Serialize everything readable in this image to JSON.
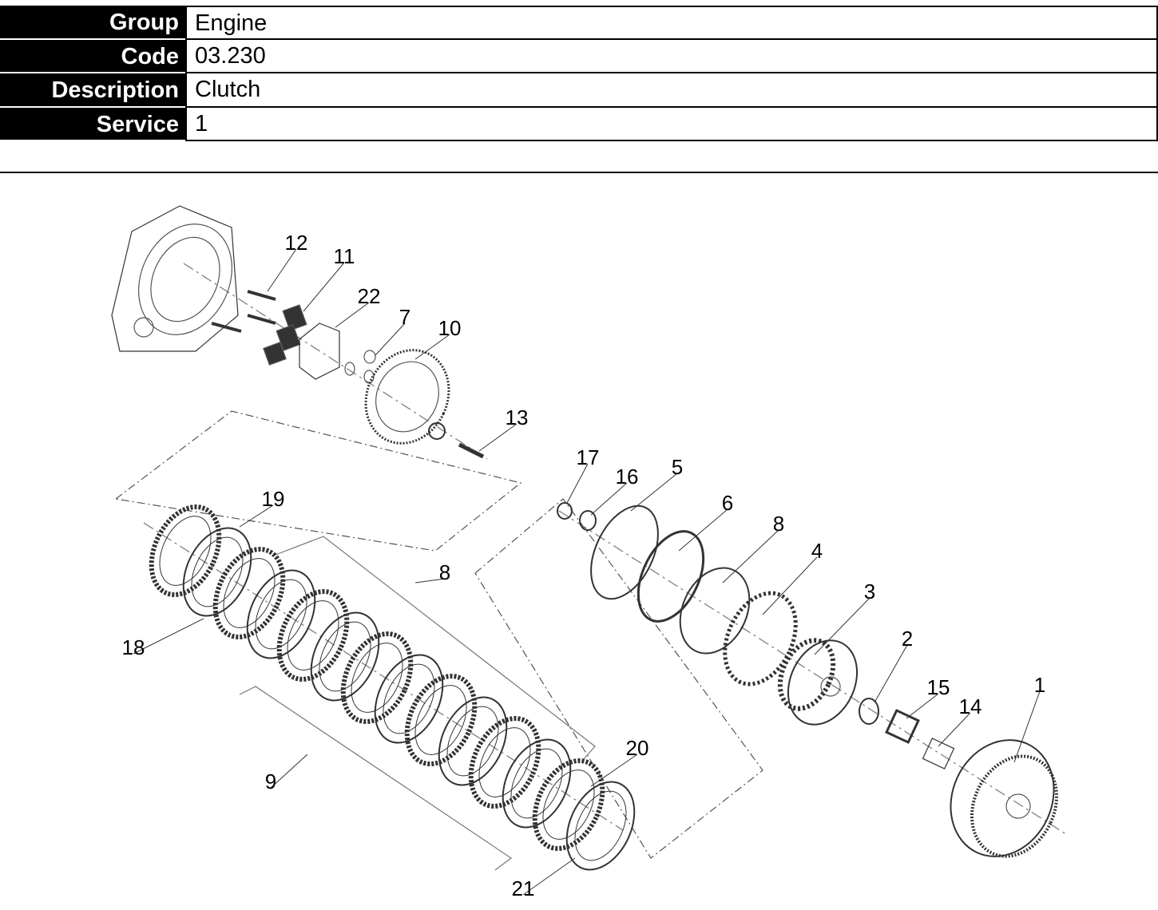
{
  "header": {
    "rows": [
      {
        "label": "Group",
        "value": "Engine"
      },
      {
        "label": "Code",
        "value": "03.230"
      },
      {
        "label": "Description",
        "value": "Clutch"
      },
      {
        "label": "Service",
        "value": "1"
      }
    ]
  },
  "diagram": {
    "callouts": [
      "12",
      "11",
      "22",
      "7",
      "10",
      "13",
      "17",
      "16",
      "5",
      "6",
      "8",
      "4",
      "3",
      "2",
      "15",
      "14",
      "1",
      "19",
      "8",
      "18",
      "9",
      "20",
      "21"
    ]
  }
}
